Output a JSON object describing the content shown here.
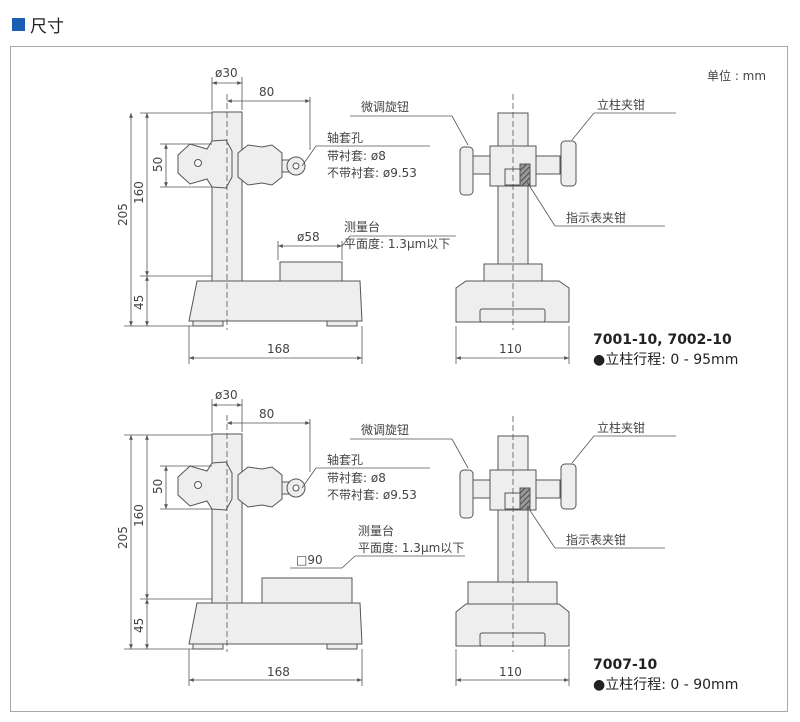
{
  "section": {
    "title": "尺寸"
  },
  "unit_label": "单位 : mm",
  "views": [
    {
      "dims": {
        "rod_dia": "ø30",
        "arm": "80",
        "height_50": "50",
        "height_160": "160",
        "height_205": "205",
        "height_45": "45",
        "width_168": "168",
        "width_110": "110",
        "stage": "ø58"
      },
      "callouts": {
        "bushing_title": "轴套孔",
        "with_bushing": "带衬套: ø8",
        "without_bushing": "不带衬套: ø9.53",
        "stage_title": "测量台",
        "flatness": "平面度: 1.3μm以下",
        "fine_knob": "微调旋钮",
        "column_clamp": "立柱夹钳",
        "indicator_clamp": "指示表夹钳"
      },
      "model": "7001-10, 7002-10",
      "stroke": "●立柱行程: 0 - 95mm"
    },
    {
      "dims": {
        "rod_dia": "ø30",
        "arm": "80",
        "height_50": "50",
        "height_160": "160",
        "height_205": "205",
        "height_45": "45",
        "width_168": "168",
        "width_110": "110",
        "stage": "□90"
      },
      "callouts": {
        "bushing_title": "轴套孔",
        "with_bushing": "带衬套: ø8",
        "without_bushing": "不带衬套: ø9.53",
        "stage_title": "测量台",
        "flatness": "平面度: 1.3μm以下",
        "fine_knob": "微调旋钮",
        "column_clamp": "立柱夹钳",
        "indicator_clamp": "指示表夹钳"
      },
      "model": "7007-10",
      "stroke": "●立柱行程: 0 - 90mm"
    }
  ],
  "colors": {
    "outline": "#555555",
    "fill": "#eeeeee",
    "accent": "#1a5fb4",
    "dark": "#444444"
  }
}
